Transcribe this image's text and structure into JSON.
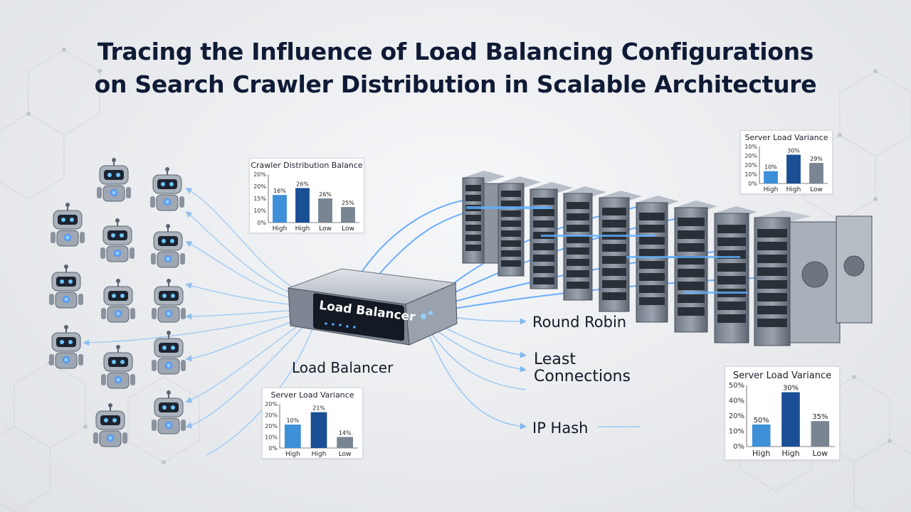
{
  "title": {
    "line1": "Tracing the Influence of Load Balancing Configurations",
    "line2": "on Search Crawler Distribution in Scalable Architecture"
  },
  "load_balancer": {
    "device_label": "Load Balancer",
    "caption": "Load Balancer"
  },
  "algorithms": [
    "Round Robin",
    "Least Connections",
    "IP Hash"
  ],
  "colors": {
    "bar_light": "#3d8fd8",
    "bar_dark": "#1a4f96",
    "bar_gray": "#7a8594",
    "flow": "#5aa8ff",
    "title": "#0f1b36"
  },
  "icons": [
    "crawler-robot-icon",
    "load-balancer-device-icon",
    "server-rack-icon"
  ],
  "chart_data": [
    {
      "id": "crawler",
      "type": "bar",
      "title": "Crawler Distribution Balance",
      "categories": [
        "High",
        "High",
        "Low",
        "Low"
      ],
      "values": [
        16,
        20,
        14,
        9
      ],
      "data_labels": [
        "16%",
        "26%",
        "26%",
        "25%"
      ],
      "yticks": [
        "0%",
        "10%",
        "15%",
        "20%",
        "20%"
      ],
      "ylim": [
        0,
        28
      ]
    },
    {
      "id": "variance_bottom_left",
      "type": "bar",
      "title": "Server Load Variance",
      "categories": [
        "High",
        "High",
        "Low"
      ],
      "values": [
        17,
        26,
        8
      ],
      "data_labels": [
        "10%",
        "21%",
        "14%"
      ],
      "yticks": [
        "0%",
        "10%",
        "20%",
        "20%",
        "20%"
      ],
      "ylim": [
        0,
        32
      ]
    },
    {
      "id": "variance_top_right",
      "type": "bar",
      "title": "Server Load Variance",
      "categories": [
        "High",
        "High",
        "Low"
      ],
      "values": [
        12,
        28,
        20
      ],
      "data_labels": [
        "10%",
        "30%",
        "29%"
      ],
      "yticks": [
        "0%",
        "10%",
        "20%",
        "20%",
        "10%"
      ],
      "ylim": [
        0,
        36
      ]
    },
    {
      "id": "variance_bottom_right",
      "type": "bar",
      "title": "Server Load Variance",
      "categories": [
        "High",
        "High",
        "Low"
      ],
      "values": [
        13,
        32,
        15
      ],
      "data_labels": [
        "50%",
        "30%",
        "35%"
      ],
      "yticks": [
        "0%",
        "10%",
        "20%",
        "40%",
        "50%"
      ],
      "ylim": [
        0,
        36
      ]
    }
  ]
}
